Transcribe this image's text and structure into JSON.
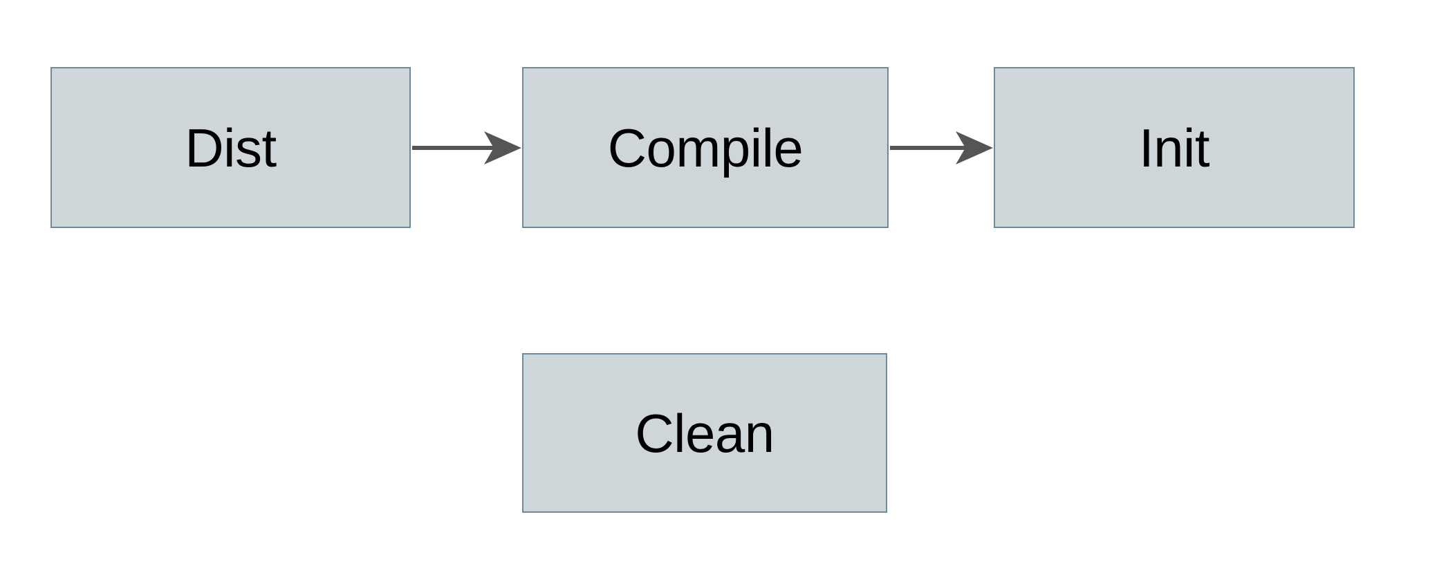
{
  "diagram": {
    "type": "flowchart",
    "orientation": "left-to-right",
    "background_color": "#ffffff",
    "node_fill_color": "#ced6d9",
    "node_border_color": "#6b8a9c",
    "edge_color": "#555555",
    "text_color": "#000000",
    "nodes": [
      {
        "id": "dist",
        "label": "Dist",
        "shape": "rectangle"
      },
      {
        "id": "compile",
        "label": "Compile",
        "shape": "rectangle"
      },
      {
        "id": "init",
        "label": "Init",
        "shape": "rectangle"
      },
      {
        "id": "clean",
        "label": "Clean",
        "shape": "rectangle"
      }
    ],
    "edges": [
      {
        "id": "dist-to-compile",
        "from": "dist",
        "to": "compile",
        "label": "",
        "arrow": "single"
      },
      {
        "id": "compile-to-init",
        "from": "compile",
        "to": "init",
        "label": "",
        "arrow": "single"
      }
    ]
  }
}
